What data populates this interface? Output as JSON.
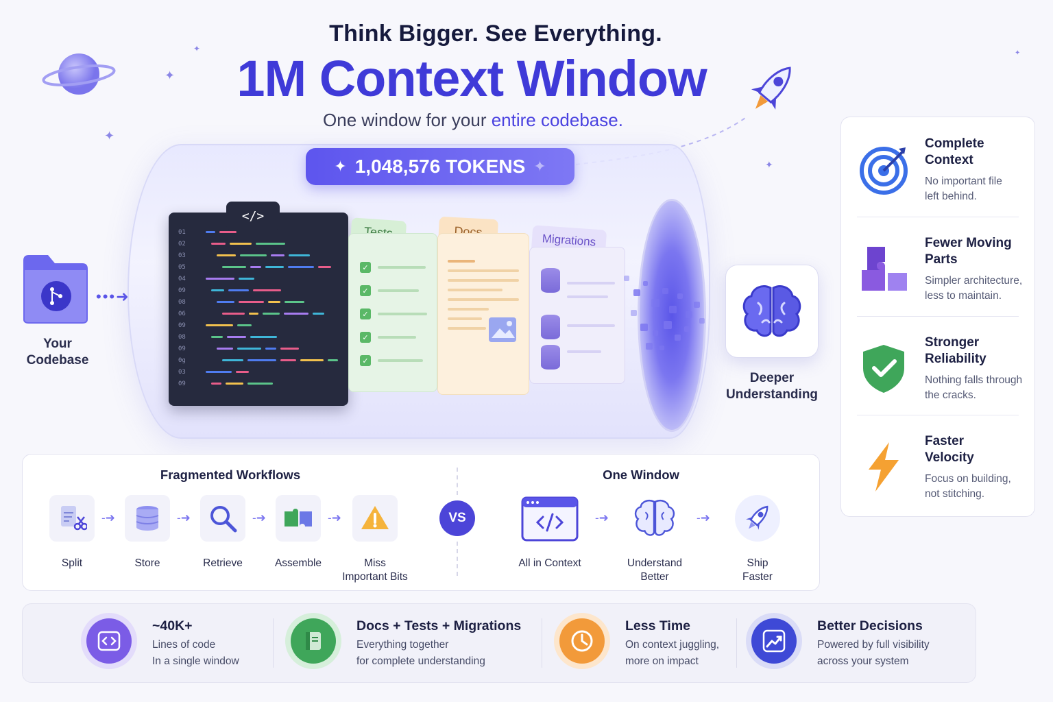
{
  "header": {
    "tagline": "Think Bigger. See Everything.",
    "headline": "1M Context Window",
    "subline_prefix": "One window for your ",
    "subline_highlight": "entire codebase."
  },
  "tube": {
    "tokens": "1,048,576 TOKENS",
    "code_tab": "</>",
    "tab_tests": "Tests",
    "tab_docs": "Docs",
    "tab_migrations": "Migrations",
    "line_numbers": [
      "01",
      "02",
      "03",
      "05",
      "04",
      "09",
      "08",
      "06",
      "09",
      "08",
      "09",
      "0g",
      "03",
      "09"
    ]
  },
  "source": {
    "label_line1": "Your",
    "label_line2": "Codebase",
    "icon": "folder-git-icon"
  },
  "result": {
    "label_line1": "Deeper",
    "label_line2": "Understanding",
    "icon": "brain-icon"
  },
  "features": [
    {
      "title_line1": "Complete",
      "title_line2": "Context",
      "desc_line1": "No important file",
      "desc_line2": "left behind.",
      "icon": "target-icon"
    },
    {
      "title_line1": "Fewer Moving",
      "title_line2": "Parts",
      "desc_line1": "Simpler architecture,",
      "desc_line2": "less to maintain.",
      "icon": "puzzle-icon"
    },
    {
      "title_line1": "Stronger",
      "title_line2": "Reliability",
      "desc_line1": "Nothing falls through",
      "desc_line2": "the cracks.",
      "icon": "shield-check-icon"
    },
    {
      "title_line1": "Faster",
      "title_line2": "Velocity",
      "desc_line1": "Focus on building,",
      "desc_line2": "not stitching.",
      "icon": "lightning-icon"
    }
  ],
  "compare": {
    "left_title": "Fragmented Workflows",
    "right_title": "One Window",
    "vs": "VS",
    "left_steps": [
      {
        "label_line1": "Split",
        "label_line2": "",
        "icon": "scissors-doc-icon"
      },
      {
        "label_line1": "Store",
        "label_line2": "",
        "icon": "database-icon"
      },
      {
        "label_line1": "Retrieve",
        "label_line2": "",
        "icon": "search-icon"
      },
      {
        "label_line1": "Assemble",
        "label_line2": "",
        "icon": "puzzle-icon"
      },
      {
        "label_line1": "Miss",
        "label_line2": "Important Bits",
        "icon": "warning-icon"
      }
    ],
    "right_steps": [
      {
        "label_line1": "All in Context",
        "label_line2": "",
        "icon": "code-window-icon"
      },
      {
        "label_line1": "Understand",
        "label_line2": "Better",
        "icon": "brain-icon"
      },
      {
        "label_line1": "Ship",
        "label_line2": "Faster",
        "icon": "rocket-icon"
      }
    ]
  },
  "stats": [
    {
      "title": "~40K+",
      "line1": "Lines of code",
      "line2": "In a single window",
      "icon": "code-icon",
      "color": "#7b5ce6"
    },
    {
      "title": "Docs + Tests + Migrations",
      "line1": "Everything together",
      "line2": "for complete understanding",
      "icon": "book-icon",
      "color": "#3fa65a"
    },
    {
      "title": "Less Time",
      "line1": "On context juggling,",
      "line2": "more on impact",
      "icon": "clock-icon",
      "color": "#f29a3a"
    },
    {
      "title": "Better Decisions",
      "line1": "Powered by full visibility",
      "line2": "across your system",
      "icon": "trend-chart-icon",
      "color": "#3e49d6"
    }
  ],
  "colors": {
    "accent": "#3f3ad8",
    "accent_light": "#7e78f4"
  }
}
